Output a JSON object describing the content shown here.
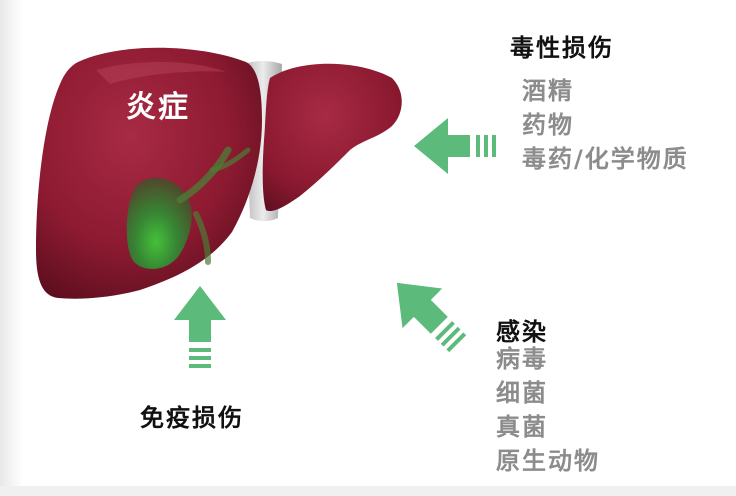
{
  "colors": {
    "liver": "#8e1a30",
    "gallbladder": "#3f9a3a",
    "arrow": "#5cba7a",
    "heading": "#111111",
    "item_text": "#8c8c8c",
    "liver_label": "#ffffff"
  },
  "liver_label": "炎症",
  "toxic": {
    "title": "毒性损伤",
    "items": [
      "酒精",
      "药物",
      "毒药/化学物质"
    ]
  },
  "infection": {
    "title": "感染",
    "items": [
      "病毒",
      "细菌",
      "真菌",
      "原生动物"
    ]
  },
  "immune": {
    "title": "免疫损伤"
  }
}
